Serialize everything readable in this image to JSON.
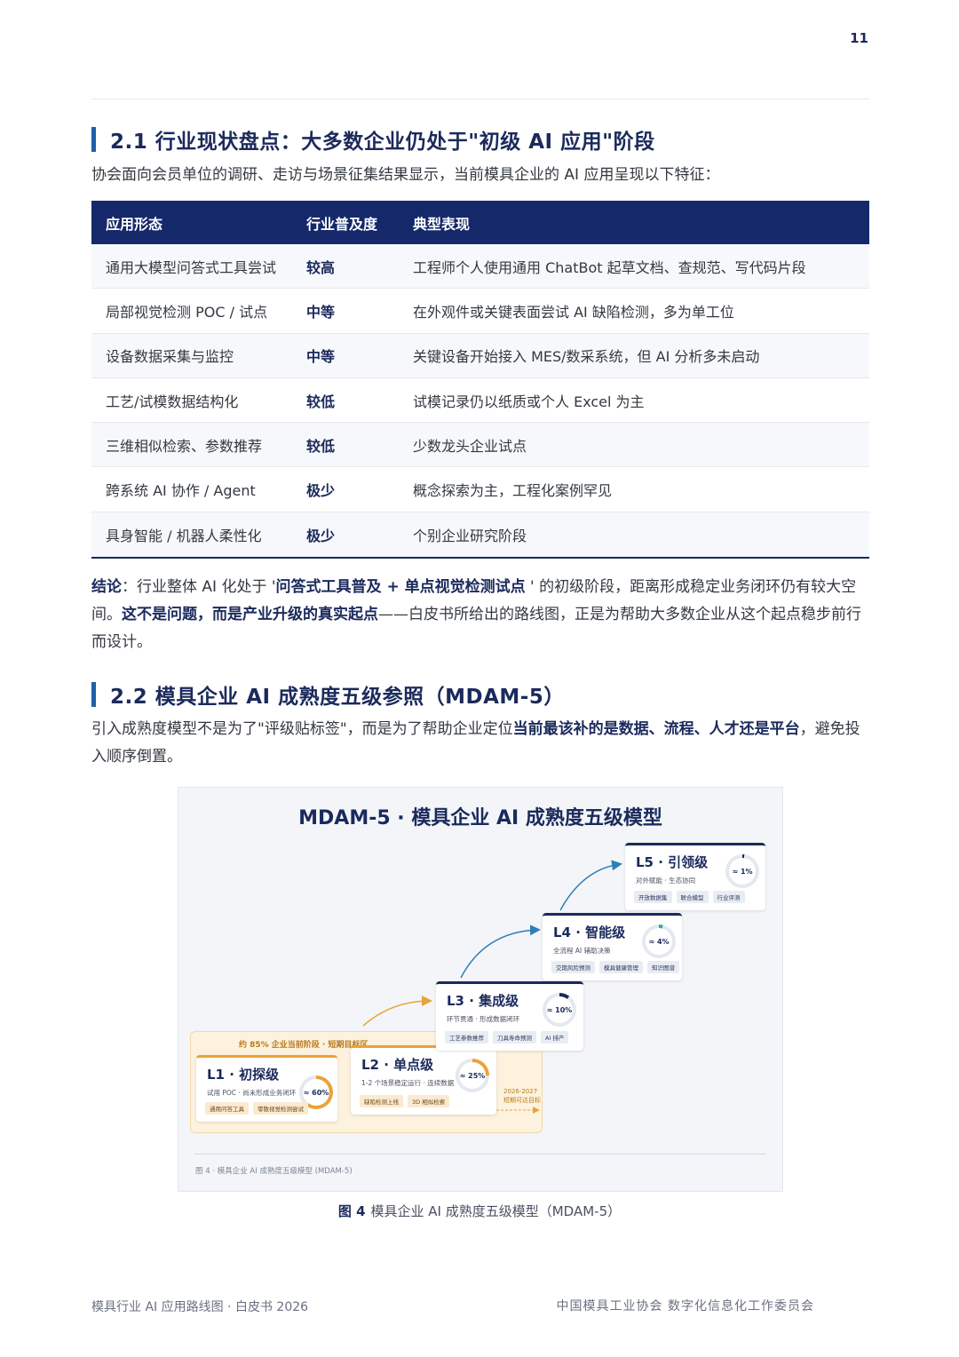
{
  "page_number": "11",
  "section_21": {
    "heading": "2.1 行业现状盘点：大多数企业仍处于\"初级 AI 应用\"阶段",
    "intro": "协会面向会员单位的调研、走访与场景征集结果显示，当前模具企业的 AI 应用呈现以下特征："
  },
  "table": {
    "headers": [
      "应用形态",
      "行业普及度",
      "典型表现"
    ],
    "rows": [
      [
        "通用大模型问答式工具尝试",
        "较高",
        "工程师个人使用通用 ChatBot 起草文档、查规范、写代码片段"
      ],
      [
        "局部视觉检测 POC / 试点",
        "中等",
        "在外观件或关键表面尝试 AI 缺陷检测，多为单工位"
      ],
      [
        "设备数据采集与监控",
        "中等",
        "关键设备开始接入 MES/数采系统，但 AI 分析多未启动"
      ],
      [
        "工艺/试模数据结构化",
        "较低",
        "试模记录仍以纸质或个人 Excel 为主"
      ],
      [
        "三维相似检索、参数推荐",
        "较低",
        "少数龙头企业试点"
      ],
      [
        "跨系统 AI 协作 / Agent",
        "极少",
        "概念探索为主，工程化案例罕见"
      ],
      [
        "具身智能 / 机器人柔性化",
        "极少",
        "个别企业研究阶段"
      ]
    ]
  },
  "conclusion": {
    "label": "结论",
    "p1": "：行业整体 AI 化处于 '",
    "b1": "问答式工具普及 + 单点视觉检测试点",
    "p2": " ' 的初级阶段，距离形成稳定业务闭环仍有较大空间。",
    "b2": "这不是问题，而是产业升级的真实起点",
    "p3": "——白皮书所给出的路线图，正是为帮助大多数企业从这个起点稳步前行而设计。"
  },
  "section_22": {
    "heading": "2.2 模具企业 AI 成熟度五级参照（MDAM-5）",
    "p1": "引入成熟度模型不是为了\"评级贴标签\"，而是为了帮助企业定位",
    "b1": "当前最该补的是数据、流程、人才还是平台",
    "p2": "，避免投入顺序倒置。"
  },
  "figure": {
    "title": "MDAM-5 · 模具企业 AI 成熟度五级模型",
    "zone_label": "约 85% 企业当前阶段 · 短期目标区",
    "target_note_line1": "2026-2027",
    "target_note_line2": "短期可达目标",
    "levels": [
      {
        "name": "L1 · 初探级",
        "desc": "试用 POC · 尚未形成业务闭环",
        "share": "≈ 60%",
        "tags": [
          "通用问答工具",
          "零散视觉检测尝试"
        ],
        "ring_fraction": 0.6
      },
      {
        "name": "L2 · 单点级",
        "desc": "1-2 个场景稳定运行 · 连续数据",
        "share": "≈ 25%",
        "tags": [
          "缺陷检测上线",
          "3D 相似检索"
        ],
        "ring_fraction": 0.25
      },
      {
        "name": "L3 · 集成级",
        "desc": "环节贯通 · 形成数据闭环",
        "share": "≈ 10%",
        "tags": [
          "工艺参数推荐",
          "刀具寿命预测",
          "AI 排产"
        ],
        "ring_fraction": 0.1
      },
      {
        "name": "L4 · 智能级",
        "desc": "全流程 AI 辅助决策",
        "share": "≈ 4%",
        "tags": [
          "交期风险预测",
          "模具健康管理",
          "知识图谱"
        ],
        "ring_fraction": 0.04
      },
      {
        "name": "L5 · 引领级",
        "desc": "对外赋能 · 生态协同",
        "share": "≈ 1%",
        "tags": [
          "开放数据集",
          "联合模型",
          "行业评测"
        ],
        "ring_fraction": 0.01
      }
    ],
    "note": "图 4 · 模具企业 AI 成熟度五级模型 (MDAM-5)",
    "colors": {
      "navy": "#1b2a5c",
      "orange": "#e9a338",
      "teal": "#3aa6a6"
    }
  },
  "caption": {
    "label": "图 4",
    "text": "模具企业 AI 成熟度五级模型（MDAM-5）"
  },
  "footer": {
    "left": "模具行业 AI 应用路线图 · 白皮书 2026",
    "right": "中国模具工业协会 数字化信息化工作委员会"
  }
}
